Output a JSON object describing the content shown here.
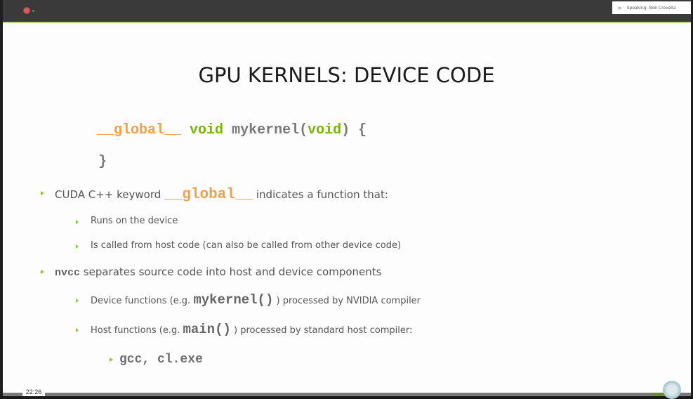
{
  "window": {
    "speaking_indicator": "Speaking: Bob Crovella",
    "timestamp": "22:26"
  },
  "slide": {
    "title": "GPU KERNELS: DEVICE CODE",
    "code": {
      "keyword": "__global__",
      "return_type": "void",
      "function_name": "mykernel",
      "open_paren": "(",
      "param_type": "void",
      "close_paren": ")",
      "open_brace": "{",
      "close_brace": "}"
    },
    "bullets": [
      {
        "prefix": "CUDA C++ keyword",
        "keyword": "__global__",
        "suffix": "indicates a function that:",
        "sub": [
          {
            "text": "Runs on the device"
          },
          {
            "text": "Is called from host code (can also be called from other device code)"
          }
        ]
      },
      {
        "keyword": "nvcc",
        "suffix": "separates source code into host and device components",
        "sub": [
          {
            "prefix": "Device functions (e.g.",
            "code": "mykernel()",
            "suffix": ") processed by NVIDIA compiler"
          },
          {
            "prefix": "Host functions (e.g.",
            "code": "main()",
            "suffix": ") processed by standard host compiler:"
          }
        ]
      }
    ],
    "compilers": "gcc, cl.exe"
  },
  "colors": {
    "keyword_orange": "#f0a04b",
    "type_green": "#76b900",
    "bullet_green": "#8cc43c",
    "topbar": "#3a3a3a"
  }
}
